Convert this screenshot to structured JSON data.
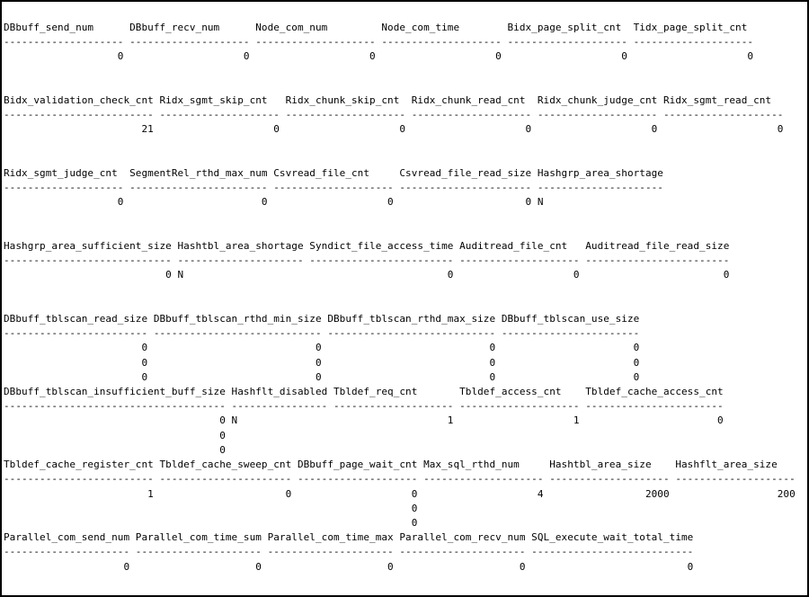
{
  "window": {
    "background": "#ffffff",
    "border_color": "#000000",
    "text_color": "#000000"
  },
  "stats_blocks": [
    {
      "columns": [
        {
          "name": "DBbuff_send_num",
          "width": 20,
          "align": "right"
        },
        {
          "name": "DBbuff_recv_num",
          "width": 20,
          "align": "right"
        },
        {
          "name": "Node_com_num",
          "width": 20,
          "align": "right"
        },
        {
          "name": "Node_com_time",
          "width": 20,
          "align": "right"
        },
        {
          "name": "Bidx_page_split_cnt",
          "width": 20,
          "align": "right"
        },
        {
          "name": "Tidx_page_split_cnt",
          "width": 20,
          "align": "right"
        }
      ],
      "rows": [
        [
          "0",
          "0",
          "0",
          "0",
          "0",
          "0"
        ]
      ],
      "blank_lines_after": 2
    },
    {
      "columns": [
        {
          "name": "Bidx_validation_check_cnt",
          "width": 25,
          "align": "right"
        },
        {
          "name": "Ridx_sgmt_skip_cnt",
          "width": 20,
          "align": "right"
        },
        {
          "name": "Ridx_chunk_skip_cnt",
          "width": 20,
          "align": "right"
        },
        {
          "name": "Ridx_chunk_read_cnt",
          "width": 20,
          "align": "right"
        },
        {
          "name": "Ridx_chunk_judge_cnt",
          "width": 20,
          "align": "right"
        },
        {
          "name": "Ridx_sgmt_read_cnt",
          "width": 20,
          "align": "right"
        }
      ],
      "rows": [
        [
          "21",
          "0",
          "0",
          "0",
          "0",
          "0"
        ]
      ],
      "blank_lines_after": 2
    },
    {
      "columns": [
        {
          "name": "Ridx_sgmt_judge_cnt",
          "width": 20,
          "align": "right"
        },
        {
          "name": "SegmentRel_rthd_max_num",
          "width": 23,
          "align": "right"
        },
        {
          "name": "Csvread_file_cnt",
          "width": 20,
          "align": "right"
        },
        {
          "name": "Csvread_file_read_size",
          "width": 22,
          "align": "right"
        },
        {
          "name": "Hashgrp_area_shortage",
          "width": 21,
          "align": "left"
        }
      ],
      "rows": [
        [
          "0",
          "0",
          "0",
          "0",
          "N"
        ]
      ],
      "blank_lines_after": 2
    },
    {
      "columns": [
        {
          "name": "Hashgrp_area_sufficient_size",
          "width": 28,
          "align": "right"
        },
        {
          "name": "Hashtbl_area_shortage",
          "width": 21,
          "align": "left"
        },
        {
          "name": "Syndict_file_access_time",
          "width": 24,
          "align": "right"
        },
        {
          "name": "Auditread_file_cnt",
          "width": 20,
          "align": "right"
        },
        {
          "name": "Auditread_file_read_size",
          "width": 24,
          "align": "right"
        }
      ],
      "rows": [
        [
          "0",
          "N",
          "0",
          "0",
          "0"
        ]
      ],
      "blank_lines_after": 2
    },
    {
      "columns": [
        {
          "name": "DBbuff_tblscan_read_size",
          "width": 24,
          "align": "right"
        },
        {
          "name": "DBbuff_tblscan_rthd_min_size",
          "width": 28,
          "align": "right"
        },
        {
          "name": "DBbuff_tblscan_rthd_max_size",
          "width": 28,
          "align": "right"
        },
        {
          "name": "DBbuff_tblscan_use_size",
          "width": 23,
          "align": "right"
        }
      ],
      "rows": [
        [
          "0",
          "0",
          "0",
          "0"
        ],
        [
          "0",
          "0",
          "0",
          "0"
        ],
        [
          "0",
          "0",
          "0",
          "0"
        ]
      ],
      "blank_lines_after": 0
    },
    {
      "columns": [
        {
          "name": "DBbuff_tblscan_insufficient_buff_size",
          "width": 37,
          "align": "right"
        },
        {
          "name": "Hashflt_disabled",
          "width": 16,
          "align": "left"
        },
        {
          "name": "Tbldef_req_cnt",
          "width": 20,
          "align": "right"
        },
        {
          "name": "Tbldef_access_cnt",
          "width": 20,
          "align": "right"
        },
        {
          "name": "Tbldef_cache_access_cnt",
          "width": 23,
          "align": "right"
        }
      ],
      "rows": [
        [
          "0",
          "N",
          "1",
          "1",
          "0"
        ],
        [
          "0",
          "",
          "",
          "",
          ""
        ],
        [
          "0",
          "",
          "",
          "",
          ""
        ]
      ],
      "blank_lines_after": 0
    },
    {
      "columns": [
        {
          "name": "Tbldef_cache_register_cnt",
          "width": 25,
          "align": "right"
        },
        {
          "name": "Tbldef_cache_sweep_cnt",
          "width": 22,
          "align": "right"
        },
        {
          "name": "DBbuff_page_wait_cnt",
          "width": 20,
          "align": "right"
        },
        {
          "name": "Max_sql_rthd_num",
          "width": 20,
          "align": "right"
        },
        {
          "name": "Hashtbl_area_size",
          "width": 20,
          "align": "right"
        },
        {
          "name": "Hashflt_area_size",
          "width": 20,
          "align": "right"
        }
      ],
      "rows": [
        [
          "1",
          "0",
          "0",
          "4",
          "2000",
          "200"
        ],
        [
          "",
          "",
          "0",
          "",
          "",
          ""
        ],
        [
          "",
          "",
          "0",
          "",
          "",
          ""
        ]
      ],
      "blank_lines_after": 0
    },
    {
      "columns": [
        {
          "name": "Parallel_com_send_num",
          "width": 21,
          "align": "right"
        },
        {
          "name": "Parallel_com_time_sum",
          "width": 21,
          "align": "right"
        },
        {
          "name": "Parallel_com_time_max",
          "width": 21,
          "align": "right"
        },
        {
          "name": "Parallel_com_recv_num",
          "width": 21,
          "align": "right"
        },
        {
          "name": "SQL_execute_wait_total_time",
          "width": 27,
          "align": "right"
        }
      ],
      "rows": [
        [
          "0",
          "0",
          "0",
          "0",
          "0"
        ]
      ],
      "blank_lines_after": 0
    }
  ]
}
